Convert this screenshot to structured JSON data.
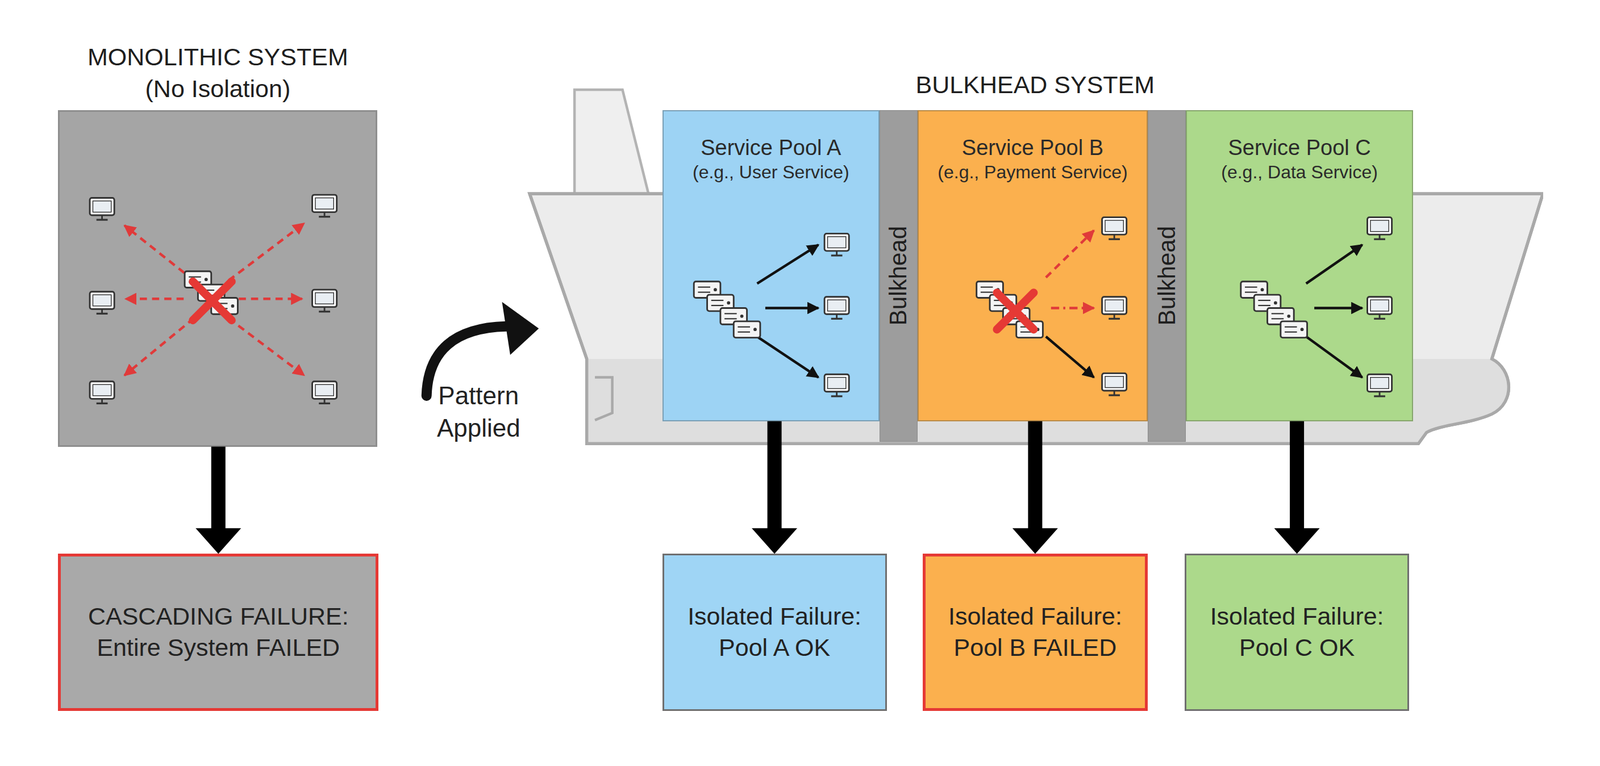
{
  "diagram": {
    "nodes": [
      {
        "text": [
          "MONOLITHIC SYSTEM (No Isolation)"
        ]
      },
      {
        "text": [
          "CASCADING FAILURE: Entire System FAILED"
        ]
      },
      {
        "text": [
          "BULKHEAD SYSTEM"
        ]
      },
      {
        "text": [
          "Service Pool A",
          "(e.g., User Service)"
        ],
        "in": 2
      },
      {
        "text": [
          "Bulkhead"
        ],
        "in": 2
      },
      {
        "text": [
          "Service Pool B",
          "(e.g., Payment Service)"
        ],
        "in": 2
      },
      {
        "text": [
          "Bulkhead"
        ],
        "in": 2
      },
      {
        "text": [
          "Service Pool C",
          "(e.g., Data Service)"
        ],
        "in": 2
      },
      {
        "text": [
          "Isolated Failure: Pool A OK"
        ]
      },
      {
        "text": [
          "Isolated Failure: Pool B FAILED"
        ]
      },
      {
        "text": [
          "Isolated Failure: Pool C OK"
        ]
      }
    ],
    "edges": [
      {
        "from": 0,
        "to": 1,
        "arrow": "to"
      },
      {
        "from": 3,
        "to": 8,
        "arrow": "to"
      },
      {
        "from": 5,
        "to": 9,
        "arrow": "to"
      },
      {
        "from": 7,
        "to": 10,
        "arrow": "to"
      }
    ],
    "labels": [
      "Pattern Applied"
    ]
  }
}
